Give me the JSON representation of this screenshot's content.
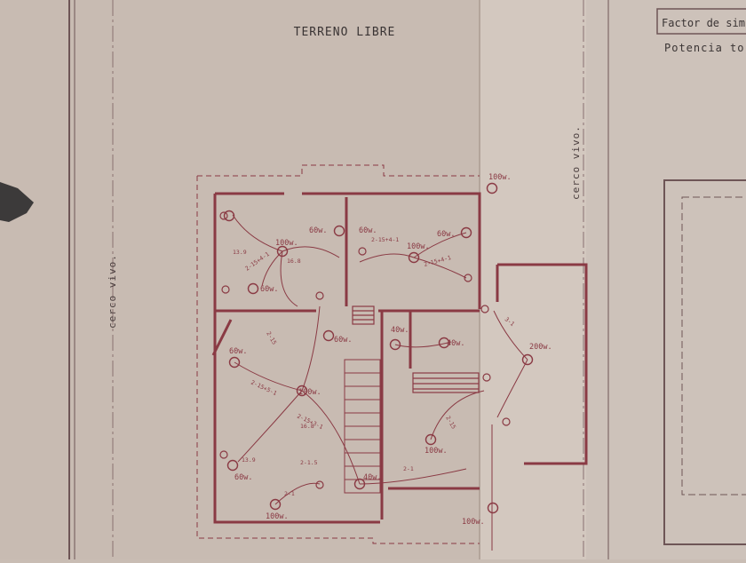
{
  "title": "TERRENO LIBRE",
  "left_label": "cerco vivo.",
  "right_label": "cerco vivo.",
  "legend_box": {
    "factor_label": "Factor de sim",
    "potencia_label": "Potencia to"
  },
  "lamps": [
    {
      "label": "100w."
    },
    {
      "label": "100w."
    },
    {
      "label": "60w."
    },
    {
      "label": "60w."
    },
    {
      "label": "60w."
    },
    {
      "label": "60w."
    },
    {
      "label": "100w."
    },
    {
      "label": "60w."
    },
    {
      "label": "40w."
    },
    {
      "label": "40w."
    },
    {
      "label": "200w."
    },
    {
      "label": "100w."
    },
    {
      "label": "40w."
    },
    {
      "label": "60w."
    },
    {
      "label": "100w."
    },
    {
      "label": "100w."
    },
    {
      "label": "100w."
    },
    {
      "label": "60w."
    }
  ],
  "circuit_labels": [
    "2-15+4-1",
    "2-15+4-1",
    "2-15+4-1",
    "2-15+5-1",
    "2-15+3-1",
    "2-15",
    "2-1",
    "2-1.5",
    "3-1",
    "2-15",
    "2-1",
    "13.9",
    "16.8",
    "13.9",
    "16.8"
  ],
  "colors": {
    "paper": "#cabdb3",
    "ink": "#8a3a44",
    "frame": "#6e5556"
  }
}
